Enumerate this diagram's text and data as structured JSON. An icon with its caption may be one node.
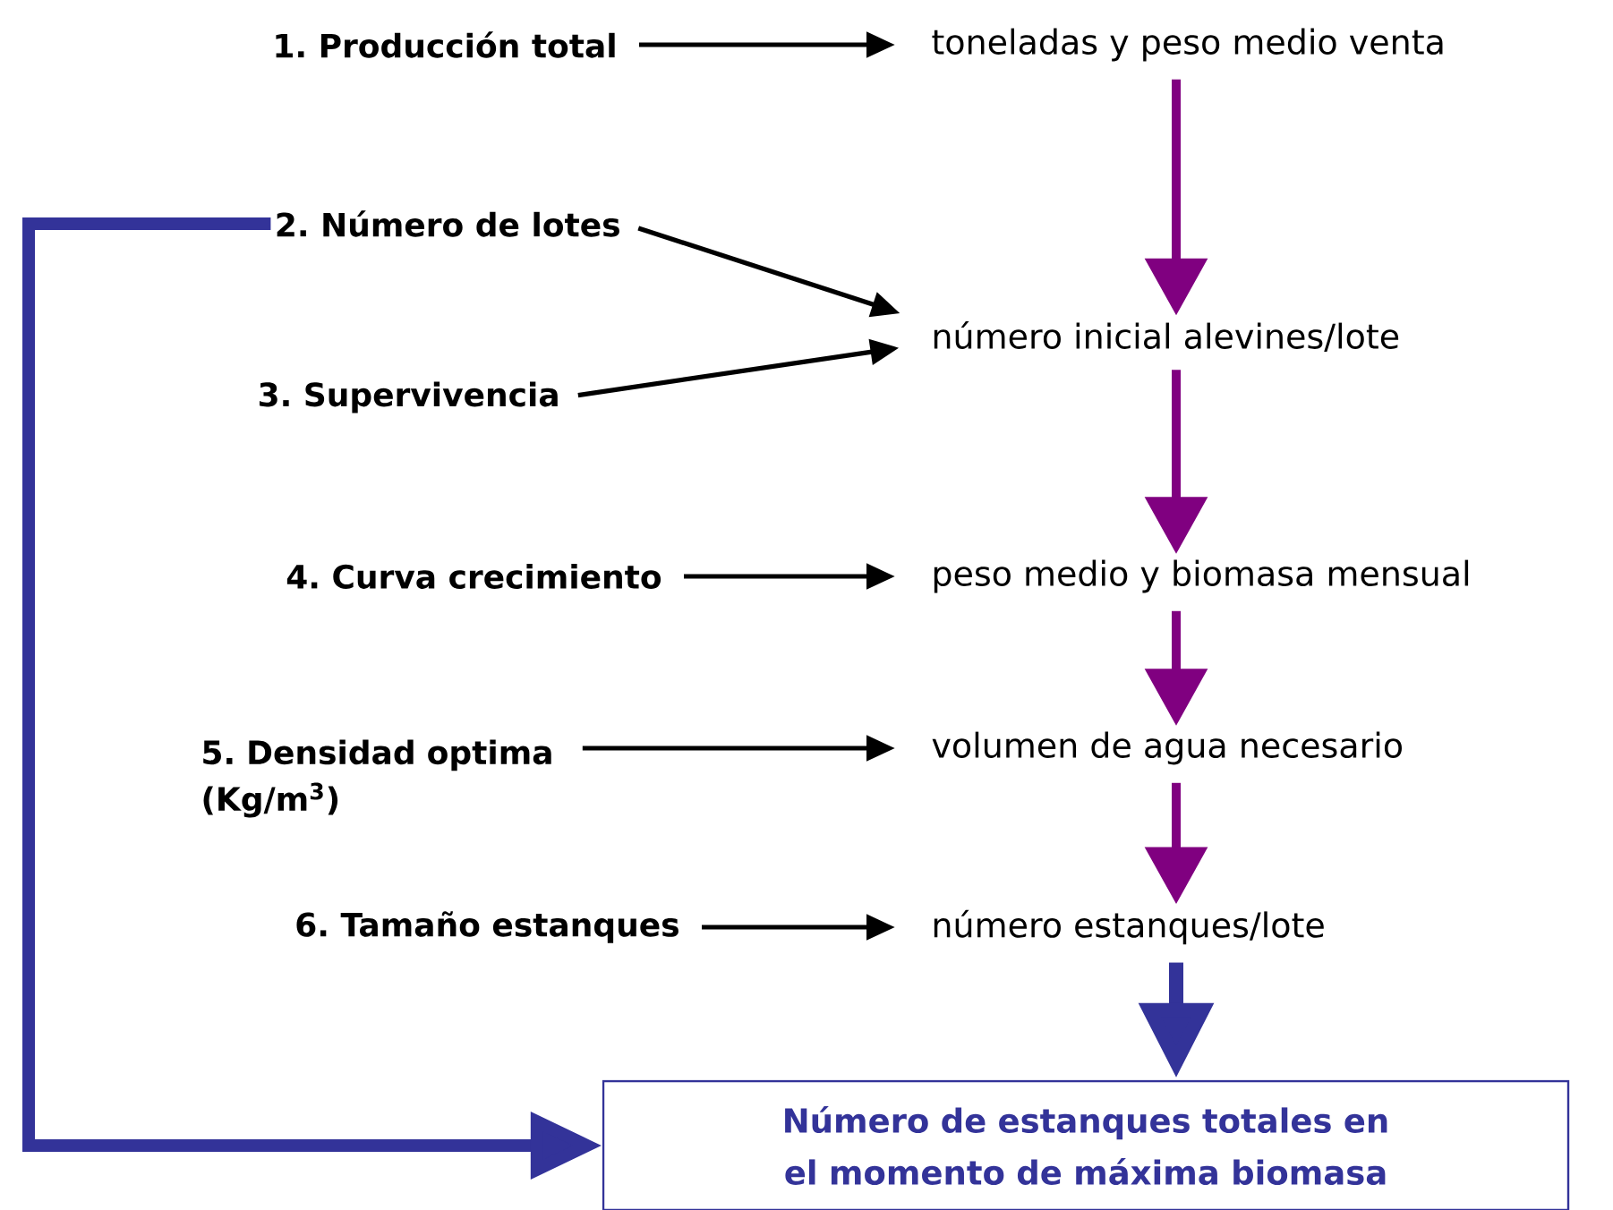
{
  "diagram": {
    "nodes": [
      {
        "text": [
          "1. Producción total"
        ]
      },
      {
        "text": [
          "toneladas y peso medio venta"
        ]
      },
      {
        "text": [
          "2. Número de lotes"
        ]
      },
      {
        "text": [
          "3. Supervivencia"
        ]
      },
      {
        "text": [
          "número inicial alevines/lote"
        ]
      },
      {
        "text": [
          "4. Curva crecimiento"
        ]
      },
      {
        "text": [
          "peso medio y biomasa mensual"
        ]
      },
      {
        "text": [
          "5. Densidad optima (Kg/m$^{3}$)"
        ]
      },
      {
        "text": [
          "volumen de agua necesario"
        ]
      },
      {
        "text": [
          "6. Tamaño estanques"
        ]
      },
      {
        "text": [
          "número estanques/lote"
        ]
      },
      {
        "text": [
          "Número de estanques totales en el momento de máxima biomasa"
        ]
      }
    ],
    "edges": [
      {
        "from": 0,
        "to": 1,
        "arrow": "to"
      },
      {
        "from": 1,
        "to": 4,
        "arrow": "to",
        "style": "thick",
        "color": "#800080"
      },
      {
        "from": 2,
        "to": 4,
        "arrow": "to"
      },
      {
        "from": 3,
        "to": 4,
        "arrow": "to"
      },
      {
        "from": 4,
        "to": 6,
        "arrow": "to",
        "style": "thick",
        "color": "#800080"
      },
      {
        "from": 5,
        "to": 6,
        "arrow": "to"
      },
      {
        "from": 6,
        "to": 8,
        "arrow": "to",
        "style": "thick",
        "color": "#800080"
      },
      {
        "from": 7,
        "to": 8,
        "arrow": "to"
      },
      {
        "from": 8,
        "to": 10,
        "arrow": "to",
        "style": "thick",
        "color": "#800080"
      },
      {
        "from": 9,
        "to": 10,
        "arrow": "to"
      },
      {
        "from": 10,
        "to": 11,
        "arrow": "to",
        "style": "thick",
        "color": "#333399"
      },
      {
        "from": 2,
        "to": 11,
        "arrow": "to",
        "style": "thick",
        "color": "#333399"
      }
    ]
  }
}
